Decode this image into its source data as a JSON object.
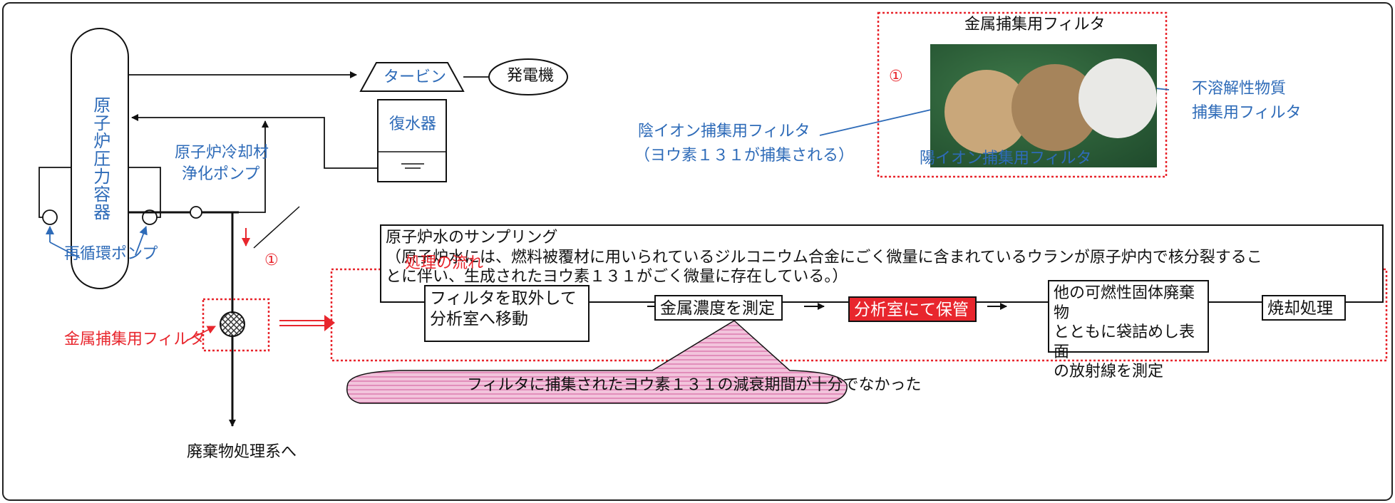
{
  "vessel_label": "原子炉圧力容器",
  "turbine_label": "タービン",
  "generator_label": "発電機",
  "condenser_label": "復水器",
  "cleanup_pump_label_1": "原子炉冷却材",
  "cleanup_pump_label_2": "浄化ポンプ",
  "recirc_pump_label": "再循環ポンプ",
  "metal_filter_label": "金属捕集用フィルタ",
  "waste_label": "廃棄物処理系へ",
  "marker_1": "①",
  "photo": {
    "title": "金属捕集用フィルタ",
    "insoluble_1": "不溶解性物質",
    "insoluble_2": "捕集用フィルタ",
    "anion_1": "陰イオン捕集用フィルタ",
    "anion_2": "（ヨウ素１３１が捕集される）",
    "cation": "陽イオン捕集用フィルタ"
  },
  "sampling": {
    "title": "原子炉水のサンプリング",
    "body_1": "（原子炉水には、燃料被覆材に用いられているジルコニウム合金にごく微量に含まれているウランが原子炉内で核分裂するこ",
    "body_2": "とに伴い、生成されたヨウ素１３１がごく微量に存在している。）"
  },
  "flow": {
    "title": "処理の流れ",
    "steps": [
      "フィルタを取外して分析室へ移動",
      "金属濃度を測定",
      "分析室にて保管",
      "他の可燃性固体廃棄物とともに袋詰めし表面の放射線を測定",
      "焼却処理"
    ],
    "step1_a": "フィルタを取外して",
    "step1_b": "分析室へ移動",
    "step4_a": "他の可燃性固体廃棄物",
    "step4_b": "とともに袋詰めし表面",
    "step4_c": "の放射線を測定",
    "callout": "フィルタに捕集されたヨウ素１３１の減衰期間が十分でなかった"
  },
  "colors": {
    "blue_text": "#2e6bb8",
    "red": "#e8262d",
    "callout_fill": "#e8a8c8",
    "highlight_box": "#e8262d"
  }
}
